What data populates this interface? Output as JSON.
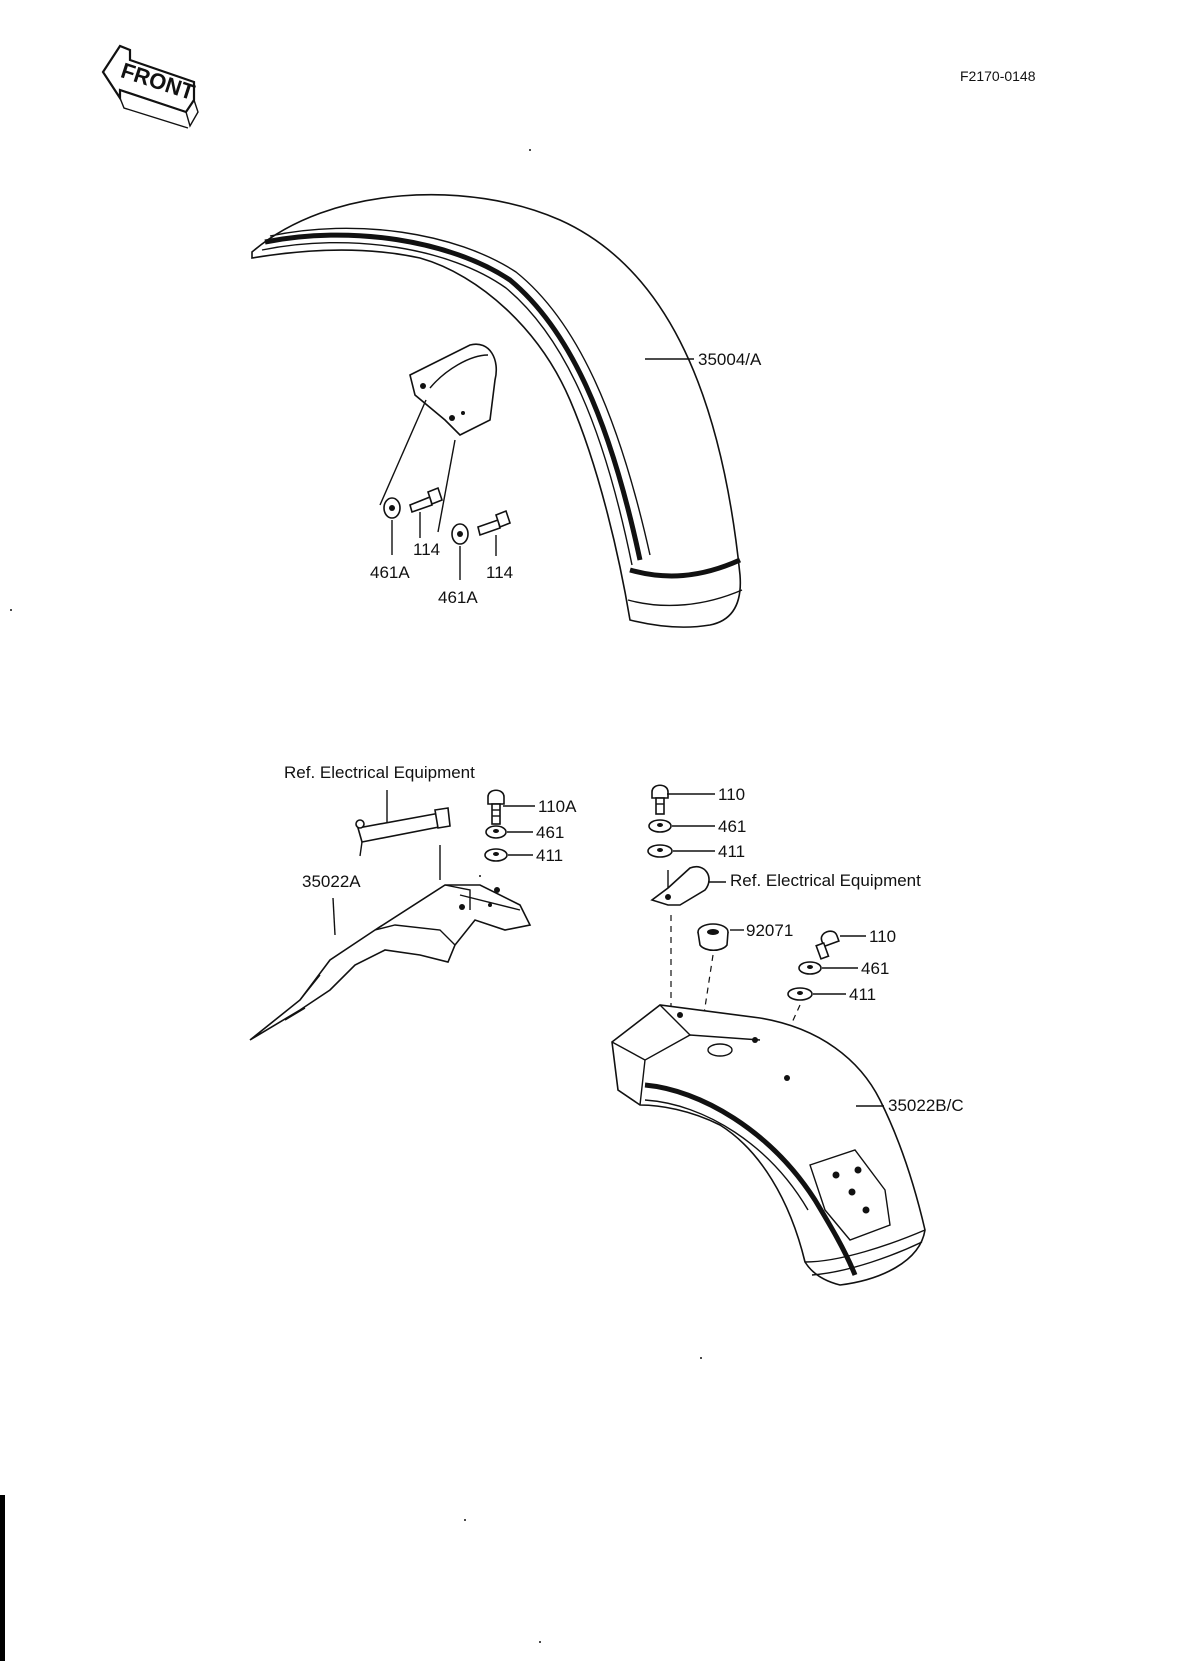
{
  "figure_code": "F2170-0148",
  "front_badge": "FRONT",
  "front_fender": {
    "part_label": "35004/A",
    "fasteners": [
      {
        "washer": "461A",
        "bolt": "114"
      },
      {
        "washer": "461A",
        "bolt": "114"
      }
    ]
  },
  "rear_inner_fender": {
    "part_label": "35022A",
    "ref_note": "Ref.  Electrical Equipment",
    "bolt": "110A",
    "lock_washer": "461",
    "washer": "411"
  },
  "rear_fender": {
    "part_label": "35022B/C",
    "ref_note": "Ref. Electrical Equipment",
    "grommet": "92071",
    "upper_stack": {
      "bolt": "110",
      "lock_washer": "461",
      "washer": "411"
    },
    "lower_stack": {
      "bolt": "110",
      "lock_washer": "461",
      "washer": "411"
    }
  }
}
